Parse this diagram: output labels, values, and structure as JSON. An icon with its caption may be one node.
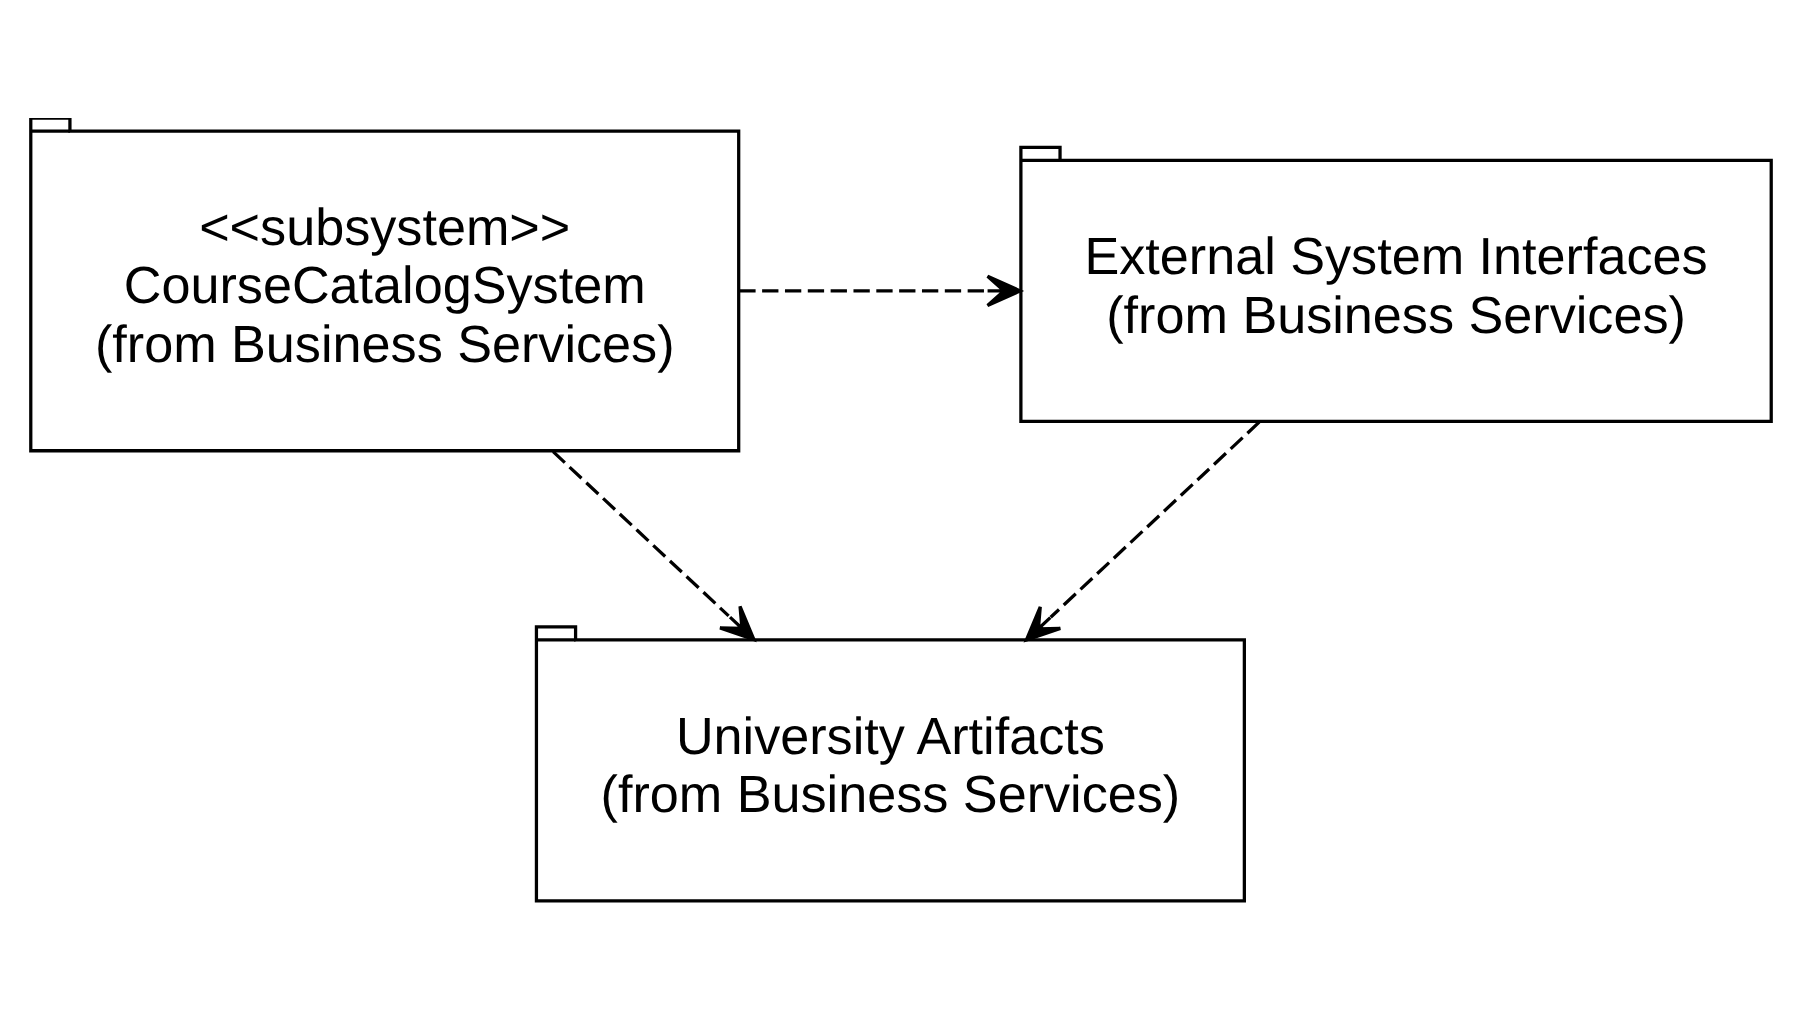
{
  "diagram": {
    "nodes": [
      {
        "text": [
          "<<subsystem>>",
          "CourseCatalogSystem",
          "(from Business Services)"
        ]
      },
      {
        "text": [
          "External System Interfaces",
          "(from Business Services)"
        ]
      },
      {
        "text": [
          "University Artifacts",
          "(from Business Services)"
        ]
      }
    ],
    "edges": [
      {
        "from": 0,
        "to": 1,
        "arrow": "to",
        "style": "dashed"
      },
      {
        "from": 0,
        "to": 2,
        "arrow": "to",
        "style": "dashed"
      },
      {
        "from": 1,
        "to": 2,
        "arrow": "to",
        "style": "dashed"
      }
    ]
  }
}
